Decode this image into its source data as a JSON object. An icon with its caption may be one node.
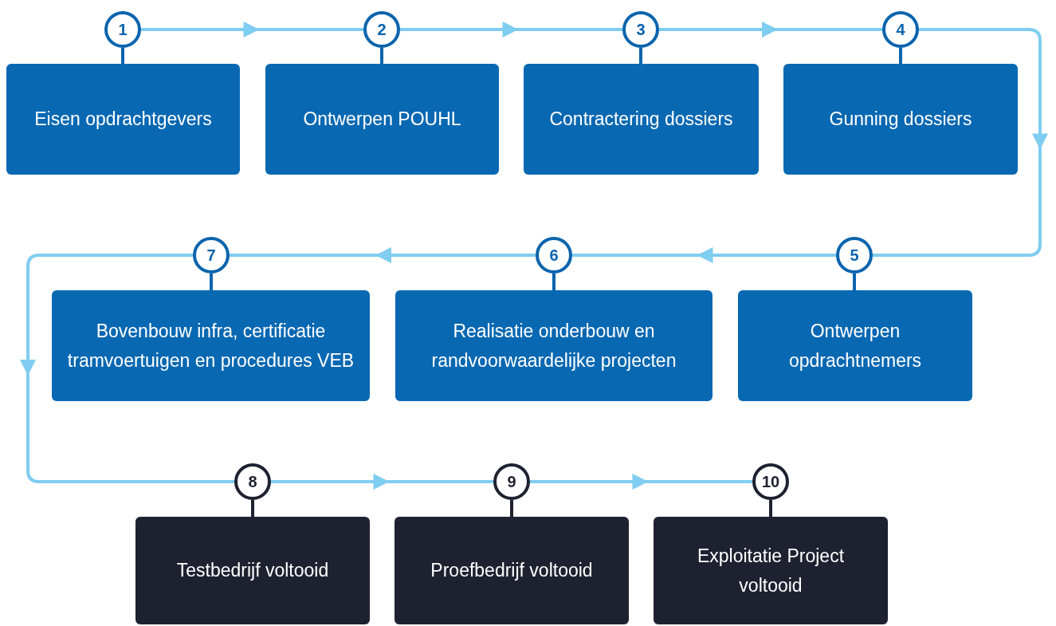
{
  "diagram": {
    "nodes": [
      {
        "text": [
          "1"
        ]
      },
      {
        "text": [
          "Eisen opdrachtgevers"
        ]
      },
      {
        "text": [
          "2"
        ]
      },
      {
        "text": [
          "Ontwerpen POUHL"
        ]
      },
      {
        "text": [
          "3"
        ]
      },
      {
        "text": [
          "Contractering dossiers"
        ]
      },
      {
        "text": [
          "4"
        ]
      },
      {
        "text": [
          "Gunning dossiers"
        ]
      },
      {
        "text": [
          "5"
        ]
      },
      {
        "text": [
          "Ontwerpen opdrachtnemers"
        ]
      },
      {
        "text": [
          "6"
        ]
      },
      {
        "text": [
          "Realisatie onderbouw en randvoorwaardelijke projecten"
        ]
      },
      {
        "text": [
          "7"
        ]
      },
      {
        "text": [
          "Bovenbouw infra, certificatie tramvoertuigen en procedures VEB"
        ]
      },
      {
        "text": [
          "8"
        ]
      },
      {
        "text": [
          "Testbedrijf voltooid"
        ]
      },
      {
        "text": [
          "9"
        ]
      },
      {
        "text": [
          "Proefbedrijf voltooid"
        ]
      },
      {
        "text": [
          "10"
        ]
      },
      {
        "text": [
          "Exploitatie Project voltooid"
        ]
      }
    ],
    "edges": [
      {
        "from": 0,
        "to": 1,
        "arrow": "none",
        "color": "#0a64ad"
      },
      {
        "from": 2,
        "to": 3,
        "arrow": "none",
        "color": "#0a64ad"
      },
      {
        "from": 4,
        "to": 5,
        "arrow": "none",
        "color": "#0a64ad"
      },
      {
        "from": 6,
        "to": 7,
        "arrow": "none",
        "color": "#0a64ad"
      },
      {
        "from": 8,
        "to": 9,
        "arrow": "none",
        "color": "#0a64ad"
      },
      {
        "from": 10,
        "to": 11,
        "arrow": "none",
        "color": "#0a64ad"
      },
      {
        "from": 12,
        "to": 13,
        "arrow": "none",
        "color": "#0a64ad"
      },
      {
        "from": 14,
        "to": 15,
        "arrow": "none",
        "color": "#1e2230"
      },
      {
        "from": 16,
        "to": 17,
        "arrow": "none",
        "color": "#1e2230"
      },
      {
        "from": 18,
        "to": 19,
        "arrow": "none",
        "color": "#1e2230"
      },
      {
        "from": 0,
        "to": 2,
        "arrow": "to"
      },
      {
        "from": 2,
        "to": 4,
        "arrow": "to"
      },
      {
        "from": 4,
        "to": 6,
        "arrow": "to"
      },
      {
        "from": 6,
        "to": 8,
        "arrow": "to"
      },
      {
        "from": 8,
        "to": 10,
        "arrow": "to"
      },
      {
        "from": 10,
        "to": 12,
        "arrow": "to"
      },
      {
        "from": 12,
        "to": 14,
        "arrow": "to"
      },
      {
        "from": 14,
        "to": 16,
        "arrow": "to"
      },
      {
        "from": 16,
        "to": 18,
        "arrow": "to"
      }
    ]
  }
}
